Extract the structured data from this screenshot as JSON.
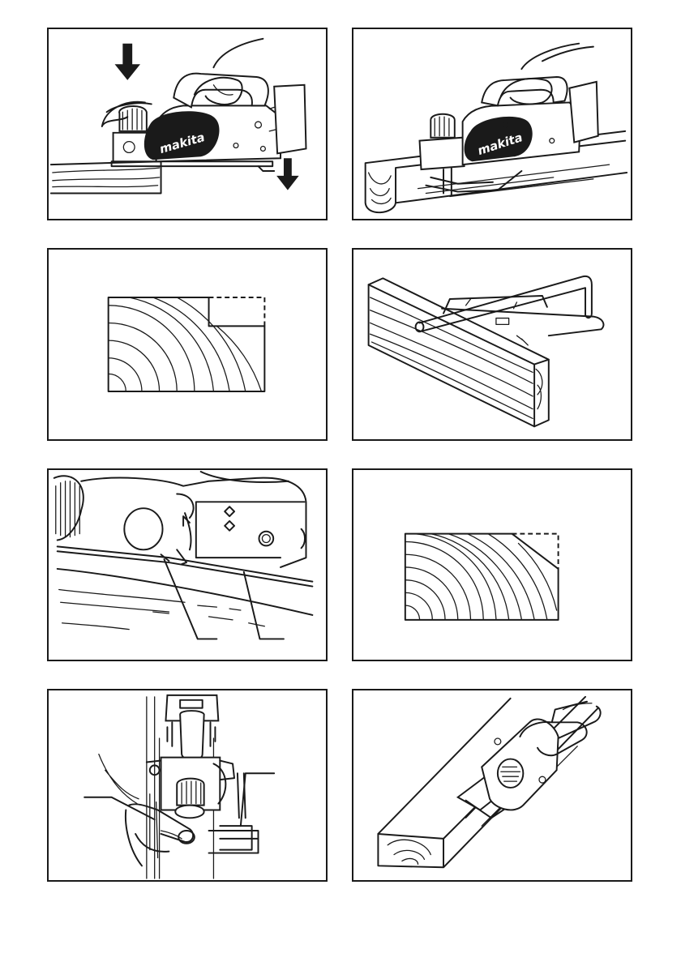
{
  "figures": [
    {
      "subject": "planer-downward-pressure",
      "brand_mark": "makita"
    },
    {
      "subject": "planer-with-edge-guide",
      "brand_mark": "makita"
    },
    {
      "subject": "rabbet-cut-profile"
    },
    {
      "subject": "edge-fence-on-board"
    },
    {
      "subject": "front-base-lines-closeup"
    },
    {
      "subject": "chamfer-cut-profile"
    },
    {
      "subject": "planer-front-view-with-guide"
    },
    {
      "subject": "chamfering-on-board-corner"
    }
  ],
  "colors": {
    "ink": "#1a1a1a",
    "paper": "#ffffff"
  }
}
